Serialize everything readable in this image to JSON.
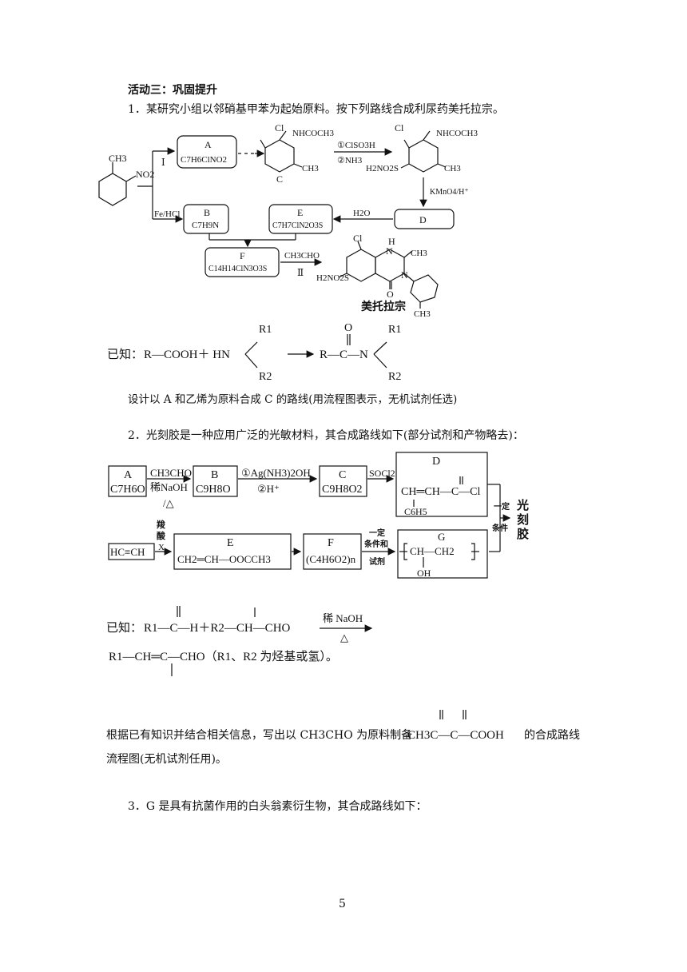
{
  "heading": "活动三：巩固提升",
  "q1": {
    "text": "1．某研究小组以邻硝基甲苯为起始原料。按下列路线合成利尿药美托拉宗。",
    "route_I": "Ⅰ",
    "route_II": "Ⅱ",
    "fe_hcl": "Fe/HCl",
    "A_label": "A",
    "A_formula": "C7H6ClNO2",
    "B_label": "B",
    "B_formula": "C7H9N",
    "C_label": "C",
    "D_label": "D",
    "E_label": "E",
    "E_formula": "C7H7ClN2O3S",
    "F_label": "F",
    "F_formula": "C14H14ClN3O3S",
    "reagent_1": "①ClSO3H",
    "reagent_2": "②NH3",
    "kmno4": "KMnO4/H⁺",
    "h2o": "H2O",
    "ch3cho": "CH3CHO",
    "NHCOCH3": "NHCOCH3",
    "Cl": "Cl",
    "CH3": "CH3",
    "NO2": "NO2",
    "H2NO2S": "H2NO2S",
    "N": "N",
    "H": "H",
    "O": "O",
    "drug_name": "美托拉宗",
    "known_label": "已知：",
    "known_eq": "R—COOH＋ HN",
    "R1": "R1",
    "R2": "R2",
    "R_C": "R—C—N",
    "task": "设计以 A 和乙烯为原料合成 C 的路线(用流程图表示，无机试剂任选)"
  },
  "q2": {
    "text": "2．光刻胶是一种应用广泛的光敏材料，其合成路线如下(部分试剂和产物略去)：",
    "A_label": "A",
    "A_formula": "C7H6O",
    "B_label": "B",
    "B_formula": "C9H8O",
    "C_label": "C",
    "C_formula": "C9H8O2",
    "D_label": "D",
    "D_struct": "CH═CH—C—Cl",
    "C6H5": "C6H5",
    "E_label": "E",
    "E_struct": "CH2═CH—OOCCH3",
    "F_label": "F",
    "F_formula": "(C4H6O2)n",
    "G_label": "G",
    "G_struct": "CH—CH2",
    "OH": "OH",
    "r1": "CH3CHO",
    "r1b": "稀NaOH",
    "r1c": "/△",
    "r2a": "①Ag(NH3)2OH",
    "r2b": "②H⁺",
    "r3": "SOCl2",
    "acetylene": "HC≡CH",
    "acid_x": [
      "羧",
      "酸",
      "X"
    ],
    "cond1": [
      "一定",
      "条件和",
      "试剂"
    ],
    "cond2": [
      "一定",
      "条件"
    ],
    "product": [
      "光",
      "刻",
      "胶"
    ],
    "known_label": "已知：",
    "known_line1": "R1—C—H＋R2—CH—CHO",
    "known_reag": "稀 NaOH",
    "known_heat": "△",
    "known_line2": "R1—CH═C—CHO（R1、R2 为烃基或氢）。",
    "task_a": "根据已有知识并结合相关信息，写出以 CH3CHO 为原料制备",
    "task_struct": "CH3C—C—COOH",
    "task_b": "的合成路线",
    "task_c": "流程图(无机试剂任用)。"
  },
  "q3": {
    "text": "3．G 是具有抗菌作用的白头翁素衍生物，其合成路线如下："
  },
  "page_number": "5"
}
